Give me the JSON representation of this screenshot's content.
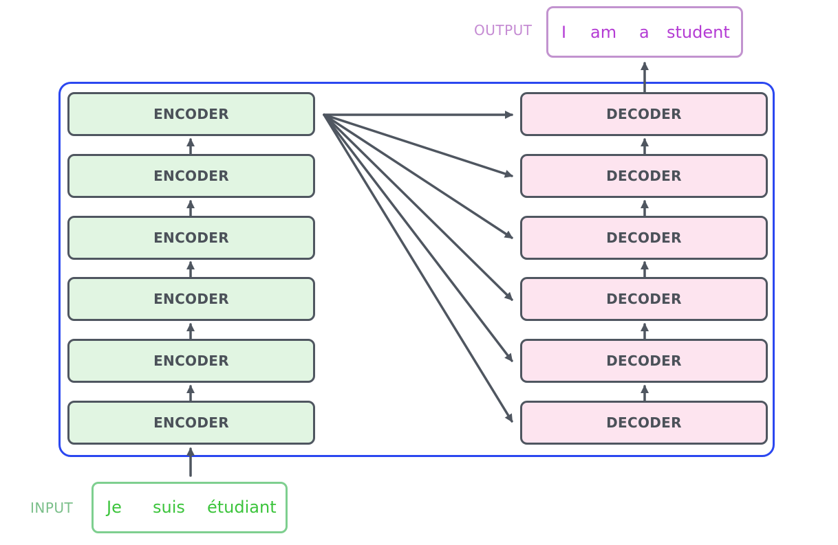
{
  "encoders": [
    {
      "label": "ENCODER"
    },
    {
      "label": "ENCODER"
    },
    {
      "label": "ENCODER"
    },
    {
      "label": "ENCODER"
    },
    {
      "label": "ENCODER"
    },
    {
      "label": "ENCODER"
    }
  ],
  "decoders": [
    {
      "label": "DECODER"
    },
    {
      "label": "DECODER"
    },
    {
      "label": "DECODER"
    },
    {
      "label": "DECODER"
    },
    {
      "label": "DECODER"
    },
    {
      "label": "DECODER"
    }
  ],
  "input": {
    "label": "INPUT",
    "tokens": [
      "Je",
      "suis",
      "étudiant"
    ]
  },
  "output": {
    "label": "OUTPUT",
    "tokens": [
      "I",
      "am",
      "a",
      "student"
    ]
  },
  "colors": {
    "frame": "#2b47f0",
    "encoder_fill": "#e1f5e2",
    "decoder_fill": "#fde4ef",
    "box_border": "#4f5660",
    "arrow": "#4f5660",
    "input_text": "#3cc43c",
    "output_text": "#b43cd4"
  }
}
